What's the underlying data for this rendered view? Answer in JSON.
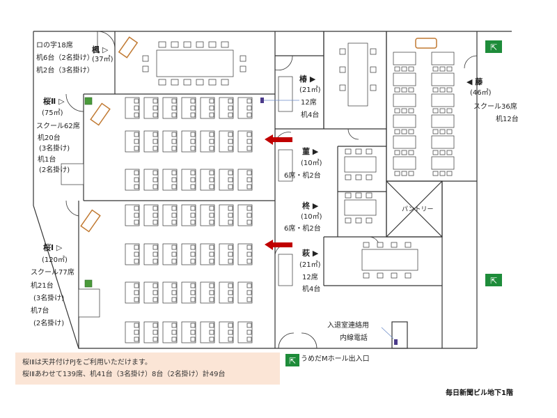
{
  "rooms": {
    "kaede": {
      "name": "楓",
      "area": "(37㎡)",
      "lines": [
        "ロの字18席",
        "机6台（2名掛け）",
        "机2台（3名掛け）"
      ]
    },
    "sakura2": {
      "name": "桜Ⅱ",
      "area": "(75㎡)",
      "lines": [
        "スクール62席",
        "机20台",
        "(3名掛け)",
        "机1台",
        "(2名掛け)"
      ]
    },
    "sakura1": {
      "name": "桜Ⅰ",
      "area": "(120㎡)",
      "lines": [
        "スクール77席",
        "机21台",
        "(3名掛け)",
        "机7台",
        "(2名掛け)"
      ]
    },
    "tsubaki": {
      "name": "椿",
      "area": "(21㎡)",
      "lines": [
        "12席",
        "机4台"
      ]
    },
    "sumire": {
      "name": "菫",
      "area": "(10㎡)",
      "lines": [
        "6席・机2台"
      ]
    },
    "hiiragi": {
      "name": "柊",
      "area": "(10㎡)",
      "lines": [
        "6席・机2台"
      ]
    },
    "hagi": {
      "name": "萩",
      "area": "(21㎡)",
      "lines": [
        "12席",
        "机4台"
      ]
    },
    "fuji": {
      "name": "藤",
      "area": "(46㎡)",
      "lines": [
        "スクール36席",
        "机12台"
      ]
    }
  },
  "labels": {
    "pantry": "パントリー",
    "intercom_1": "入退室連絡用",
    "intercom_2": "内線電話",
    "exit": "うめだMホール出入口",
    "building": "毎日新聞ビル地下1階"
  },
  "note": {
    "line1": "桜ⅠⅡは天井付けPJをご利用いただけます。",
    "line2": "桜ⅠⅡあわせて139席、机41台（3名掛け）8台（2名掛け）計49台"
  },
  "colors": {
    "wall": "#333333",
    "arrow": "#c00000",
    "projector": "#c07830",
    "screen": "#4a9a3a",
    "exit_sign": "#1e8c3a",
    "phone": "#4b3a8a",
    "note_bg": "#fbe5d6"
  },
  "icons": [
    "door-swing-icon",
    "exit-sign-icon",
    "red-arrow-icon",
    "projector-icon",
    "phone-icon"
  ]
}
